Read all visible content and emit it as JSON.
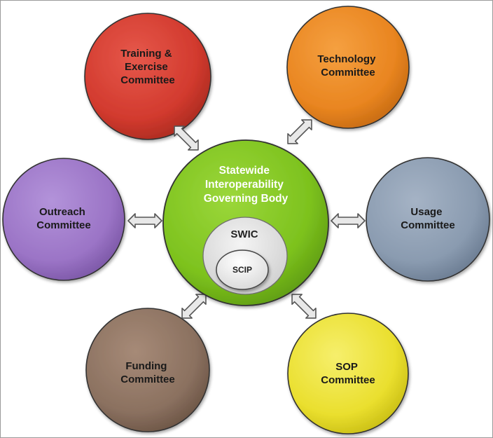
{
  "center": {
    "title_lines": [
      "Statewide",
      "Interoperability",
      "Governing Body"
    ],
    "swic_label": "SWIC",
    "scip_label": "SCIP",
    "color": "#7dc21e"
  },
  "committees": [
    {
      "id": "training",
      "lines": [
        "Training &",
        "Exercise",
        "Committee"
      ],
      "color": "#d23a2e"
    },
    {
      "id": "technology",
      "lines": [
        "Technology",
        "Committee"
      ],
      "color": "#e98520"
    },
    {
      "id": "outreach",
      "lines": [
        "Outreach",
        "Committee"
      ],
      "color": "#9b74c6"
    },
    {
      "id": "usage",
      "lines": [
        "Usage",
        "Committee"
      ],
      "color": "#8a9bb0"
    },
    {
      "id": "funding",
      "lines": [
        "Funding",
        "Committee"
      ],
      "color": "#8b7160"
    },
    {
      "id": "sop",
      "lines": [
        "SOP",
        "Committee"
      ],
      "color": "#eadf2e"
    }
  ]
}
